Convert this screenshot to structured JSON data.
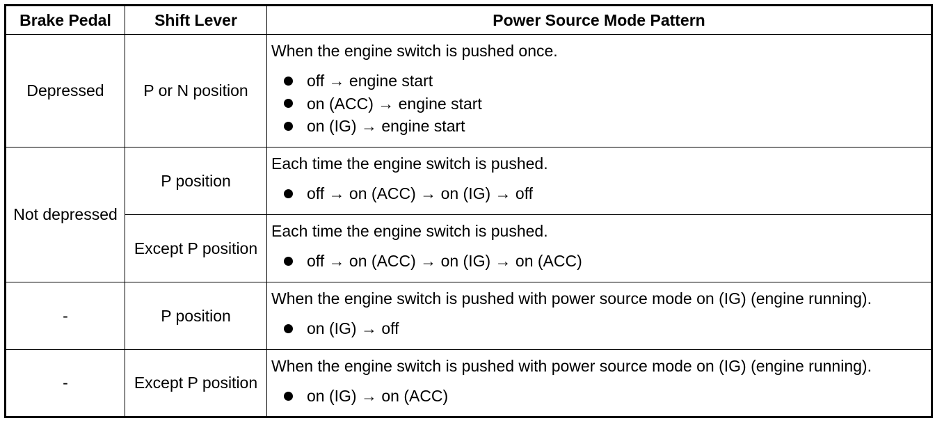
{
  "headers": {
    "brake": "Brake Pedal",
    "shift": "Shift Lever",
    "pattern": "Power Source Mode Pattern"
  },
  "rows": [
    {
      "brake": "Depressed",
      "shift": "P or N position",
      "intro": "When the engine switch is pushed once.",
      "bullets": [
        "off → engine start",
        "on (ACC) → engine start",
        "on (IG) → engine start"
      ]
    },
    {
      "brake": "Not depressed",
      "shift": "P position",
      "intro": "Each time the engine switch is pushed.",
      "bullets": [
        "off → on (ACC) → on (IG) → off"
      ]
    },
    {
      "shift": "Except P position",
      "intro": "Each time the engine switch is pushed.",
      "bullets": [
        "off → on (ACC) → on (IG) → on (ACC)"
      ]
    },
    {
      "brake": "-",
      "shift": "P position",
      "intro": "When the engine switch is pushed with power source mode on (IG) (engine running).",
      "bullets": [
        "on (IG) → off"
      ]
    },
    {
      "brake": "-",
      "shift": "Except P position",
      "intro": "When the engine switch is pushed with power source mode on (IG) (engine running).",
      "bullets": [
        "on (IG) → on (ACC)"
      ]
    }
  ]
}
